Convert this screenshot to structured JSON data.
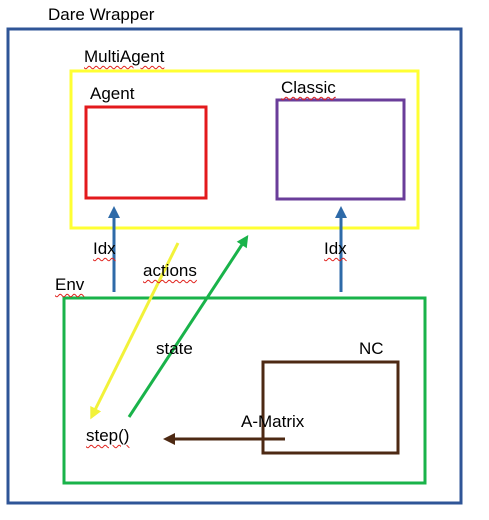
{
  "labels": {
    "dare_wrapper": "Dare Wrapper",
    "multiagent": "MultiAgent",
    "agent": "Agent",
    "classic": "Classic",
    "idx_left": "Idx",
    "actions": "actions",
    "idx_right": "Idx",
    "env": "Env",
    "state": "state",
    "nc": "NC",
    "step": "step()",
    "amatrix": "A-Matrix"
  },
  "colors": {
    "dare_wrapper_border": "#2f5597",
    "multiagent_border": "#ffff33",
    "agent_border": "#e31a1c",
    "classic_border": "#6a3d9a",
    "env_border": "#19b34a",
    "nc_border": "#4d2913",
    "idx_arrow": "#2e6aa8",
    "actions_arrow": "#f2f23a",
    "state_arrow": "#19b34a",
    "amatrix_arrow": "#4d2913"
  }
}
